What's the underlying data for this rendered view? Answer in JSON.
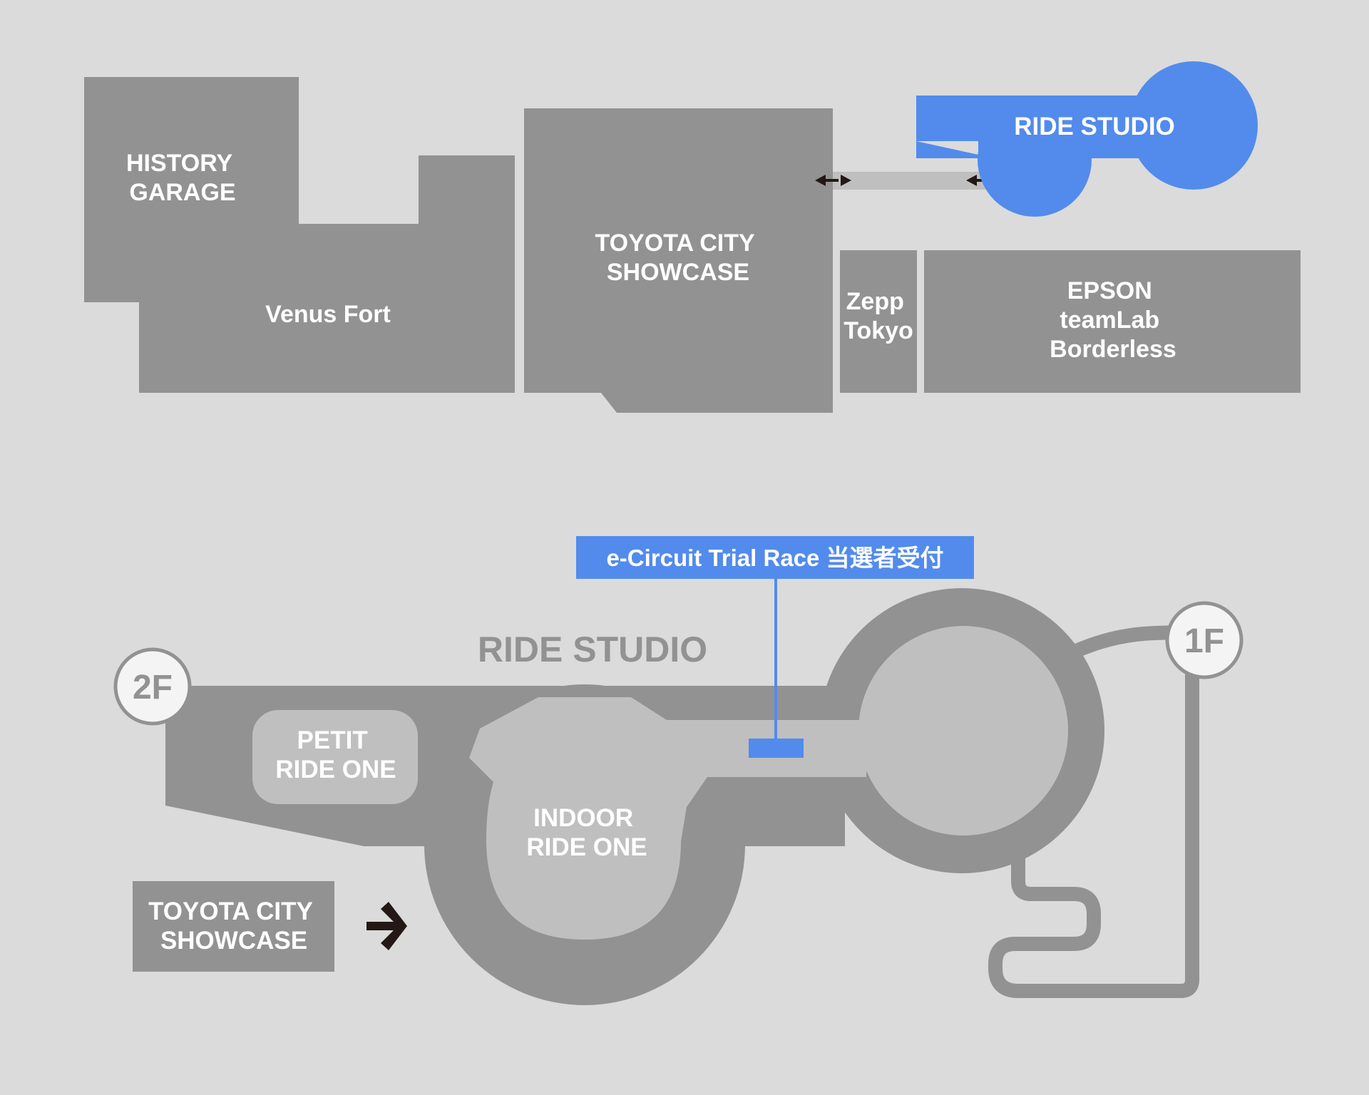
{
  "colors": {
    "background": "#dbdbdb",
    "building": "#929292",
    "building_light": "#bfbfbf",
    "accent_blue": "#528bec",
    "label_white": "#ffffff",
    "floor_badge_text": "#929292",
    "arrow": "#231815"
  },
  "overview_map": {
    "buildings": [
      {
        "id": "history-garage",
        "lines": [
          "HISTORY",
          "GARAGE"
        ]
      },
      {
        "id": "venus-fort",
        "lines": [
          "Venus Fort"
        ]
      },
      {
        "id": "toyota-city-showcase",
        "lines": [
          "TOYOTA CITY",
          "SHOWCASE"
        ]
      },
      {
        "id": "zepp-tokyo",
        "lines": [
          "Zepp",
          "Tokyo"
        ]
      },
      {
        "id": "epson-teamlab",
        "lines": [
          "EPSON",
          "teamLab",
          "Borderless"
        ]
      },
      {
        "id": "ride-studio",
        "lines": [
          "RIDE STUDIO"
        ],
        "highlighted": true
      }
    ],
    "connector_icon": "double-arrow-icon"
  },
  "detail_map": {
    "title": "RIDE STUDIO",
    "callout": "e-Circuit Trial Race 当選者受付",
    "floors": {
      "upper": "2F",
      "lower": "1F"
    },
    "areas": {
      "petit": [
        "PETIT",
        "RIDE ONE"
      ],
      "indoor": [
        "INDOOR",
        "RIDE ONE"
      ]
    },
    "entrance_label": [
      "TOYOTA CITY",
      "SHOWCASE"
    ],
    "entrance_icon": "arrow-right-icon"
  }
}
